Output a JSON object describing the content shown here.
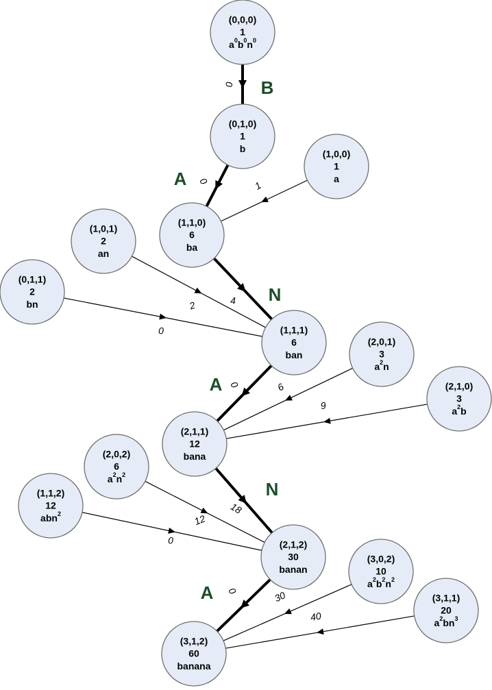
{
  "colors": {
    "node_fill": "#e6ecf7",
    "node_stroke": "#6f6f6f",
    "letter": "#1e4d2b",
    "edge": "#000000"
  },
  "nodes": [
    {
      "id": "n000",
      "coord": "(0,0,0)",
      "value": "1",
      "label": [
        {
          "t": "a"
        },
        {
          "t": "0",
          "sup": true
        },
        {
          "t": "b"
        },
        {
          "t": "0",
          "sup": true
        },
        {
          "t": "n"
        },
        {
          "t": "0",
          "sup": true
        }
      ]
    },
    {
      "id": "n010",
      "coord": "(0,1,0)",
      "value": "1",
      "label": [
        {
          "t": "b"
        }
      ]
    },
    {
      "id": "n100",
      "coord": "(1,0,0)",
      "value": "1",
      "label": [
        {
          "t": "a"
        }
      ]
    },
    {
      "id": "n110",
      "coord": "(1,1,0)",
      "value": "6",
      "label": [
        {
          "t": "ba"
        }
      ]
    },
    {
      "id": "n101",
      "coord": "(1,0,1)",
      "value": "2",
      "label": [
        {
          "t": "an"
        }
      ]
    },
    {
      "id": "n011",
      "coord": "(0,1,1)",
      "value": "2",
      "label": [
        {
          "t": "bn"
        }
      ]
    },
    {
      "id": "n111",
      "coord": "(1,1,1)",
      "value": "6",
      "label": [
        {
          "t": "ban"
        }
      ]
    },
    {
      "id": "n201",
      "coord": "(2,0,1)",
      "value": "3",
      "label": [
        {
          "t": "a"
        },
        {
          "t": "2",
          "sup": true
        },
        {
          "t": "n"
        }
      ]
    },
    {
      "id": "n210",
      "coord": "(2,1,0)",
      "value": "3",
      "label": [
        {
          "t": "a"
        },
        {
          "t": "2",
          "sup": true
        },
        {
          "t": "b"
        }
      ]
    },
    {
      "id": "n211",
      "coord": "(2,1,1)",
      "value": "12",
      "label": [
        {
          "t": "bana"
        }
      ]
    },
    {
      "id": "n202",
      "coord": "(2,0,2)",
      "value": "6",
      "label": [
        {
          "t": "a"
        },
        {
          "t": "2",
          "sup": true
        },
        {
          "t": "n"
        },
        {
          "t": "2",
          "sup": true
        }
      ]
    },
    {
      "id": "n112",
      "coord": "(1,1,2)",
      "value": "12",
      "label": [
        {
          "t": "abn"
        },
        {
          "t": "2",
          "sup": true
        }
      ]
    },
    {
      "id": "n212",
      "coord": "(2,1,2)",
      "value": "30",
      "label": [
        {
          "t": "banan"
        }
      ]
    },
    {
      "id": "n302",
      "coord": "(3,0,2)",
      "value": "10",
      "label": [
        {
          "t": "a"
        },
        {
          "t": "2",
          "sup": true
        },
        {
          "t": "b"
        },
        {
          "t": "2",
          "sup": true
        },
        {
          "t": "n"
        },
        {
          "t": "2",
          "sup": true
        }
      ]
    },
    {
      "id": "n311",
      "coord": "(3,1,1)",
      "value": "20",
      "label": [
        {
          "t": "a"
        },
        {
          "t": "2",
          "sup": true
        },
        {
          "t": "bn"
        },
        {
          "t": "3",
          "sup": true
        }
      ]
    },
    {
      "id": "n312",
      "coord": "(3,1,2)",
      "value": "60",
      "label": [
        {
          "t": "banana"
        }
      ]
    }
  ],
  "edges": [
    {
      "from": "n000",
      "to": "n010",
      "label": "0",
      "main": true
    },
    {
      "from": "n010",
      "to": "n110",
      "label": "0",
      "main": true
    },
    {
      "from": "n100",
      "to": "n110",
      "label": "1",
      "main": false
    },
    {
      "from": "n110",
      "to": "n111",
      "label": "4",
      "main": true
    },
    {
      "from": "n101",
      "to": "n111",
      "label": "2",
      "main": false
    },
    {
      "from": "n011",
      "to": "n111",
      "label": "0",
      "main": false
    },
    {
      "from": "n111",
      "to": "n211",
      "label": "0",
      "main": true
    },
    {
      "from": "n201",
      "to": "n211",
      "label": "6",
      "main": false
    },
    {
      "from": "n210",
      "to": "n211",
      "label": "9",
      "main": false
    },
    {
      "from": "n211",
      "to": "n212",
      "label": "18",
      "main": true
    },
    {
      "from": "n202",
      "to": "n212",
      "label": "12",
      "main": false
    },
    {
      "from": "n112",
      "to": "n212",
      "label": "0",
      "main": false
    },
    {
      "from": "n212",
      "to": "n312",
      "label": "0",
      "main": true
    },
    {
      "from": "n302",
      "to": "n312",
      "label": "30",
      "main": false
    },
    {
      "from": "n311",
      "to": "n312",
      "label": "40",
      "main": false
    }
  ],
  "letters": [
    {
      "id": "B",
      "text": "B"
    },
    {
      "id": "A1",
      "text": "A"
    },
    {
      "id": "N1",
      "text": "N"
    },
    {
      "id": "A2",
      "text": "A"
    },
    {
      "id": "N2",
      "text": "N"
    },
    {
      "id": "A3",
      "text": "A"
    }
  ]
}
